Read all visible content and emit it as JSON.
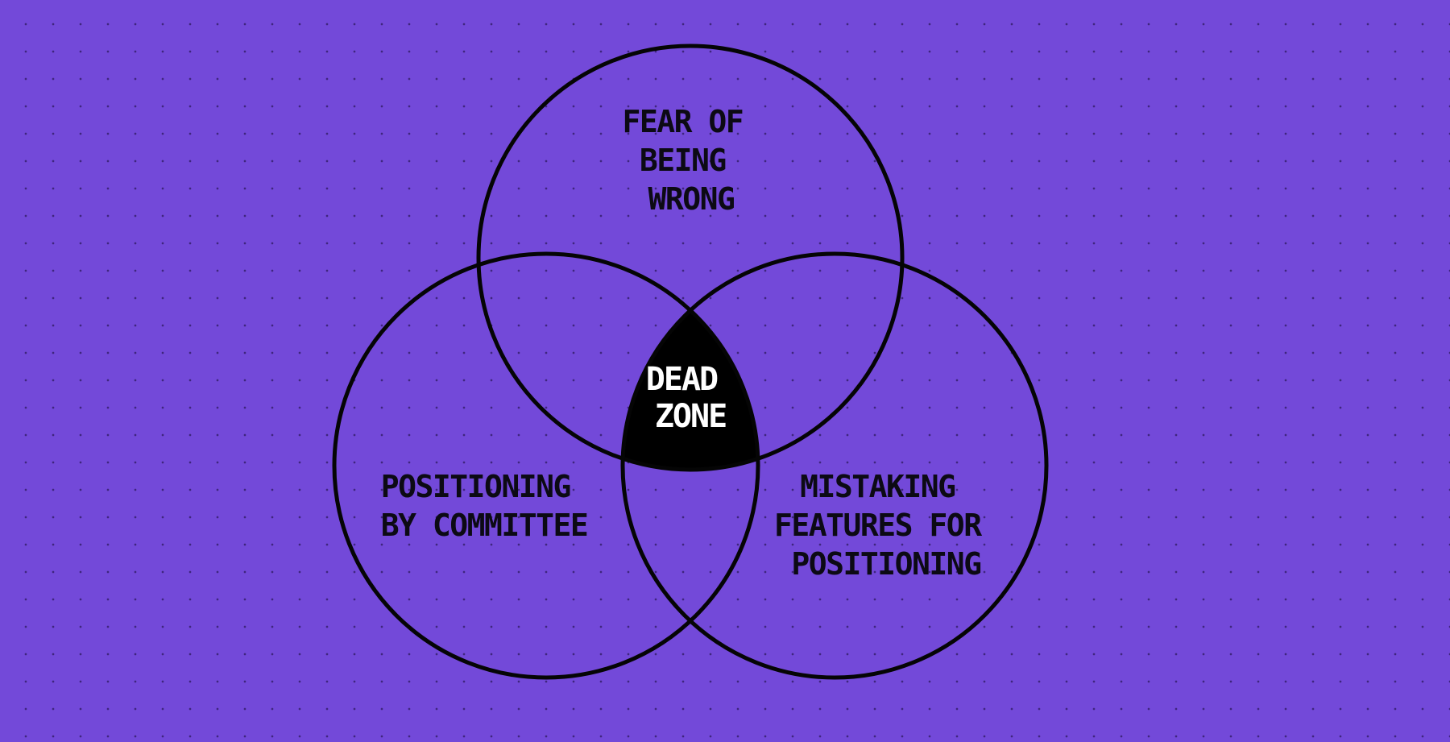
{
  "diagram": {
    "type": "venn-3",
    "colors": {
      "background": "#7349d9",
      "outline": "#050505",
      "intersection_fill": "#000000",
      "label": "#0c0a14",
      "center_label": "#ffffff"
    },
    "sets": [
      {
        "lines": [
          "FEAR OF",
          "BEING",
          "WRONG"
        ]
      },
      {
        "lines": [
          "POSITIONING",
          "BY COMMITTEE"
        ]
      },
      {
        "lines": [
          "MISTAKING",
          "FEATURES FOR",
          "POSITIONING"
        ]
      }
    ],
    "intersection": {
      "lines": [
        "DEAD",
        "ZONE"
      ]
    }
  }
}
